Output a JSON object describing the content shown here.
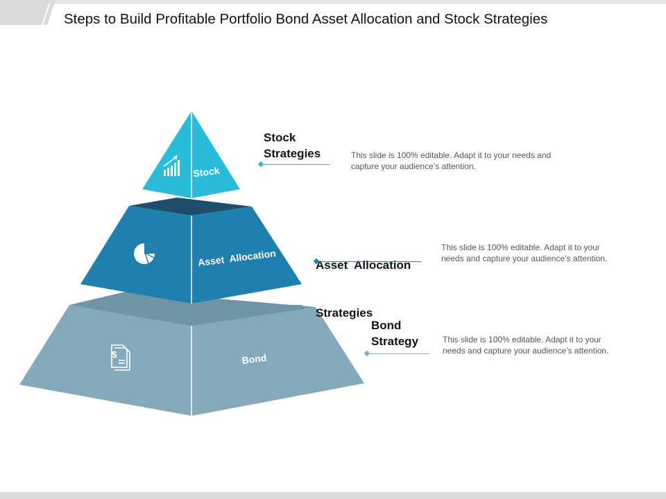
{
  "title": "Steps to Build Profitable Portfolio Bond Asset Allocation and Stock Strategies",
  "colors": {
    "stock": "#29bcd9",
    "stock_dark": "#1e4e6b",
    "asset": "#1f7fad",
    "asset_light": "#2a8bbb",
    "bond_top": "#6b94a8",
    "bond": "#85a9bb",
    "connector_stock": "#29bcd9",
    "connector_asset": "#1f7fad",
    "connector_bond": "#85a9bb"
  },
  "tiers": {
    "stock": {
      "face_label": "Stock",
      "icon": "growth-chart-icon",
      "heading_line1": "Stock",
      "heading_line2": "Strategies",
      "desc_line1": "This slide is 100% editable. Adapt it to your needs and",
      "desc_line2": "capture your audience’s attention."
    },
    "asset": {
      "face_label": "Asset  Allocation",
      "icon": "pie-chart-icon",
      "heading_line1": "Asset  Allocation",
      "heading_line2": "Strategies",
      "desc_line1": "This slide is 100% editable. Adapt it to your",
      "desc_line2": "needs and capture your audience’s attention."
    },
    "bond": {
      "face_label": "Bond",
      "icon": "dollar-document-icon",
      "heading_line1": "Bond",
      "heading_line2": "Strategy",
      "desc_line1": "This slide is 100% editable. Adapt it to your",
      "desc_line2": "needs and capture your audience’s attention."
    }
  }
}
